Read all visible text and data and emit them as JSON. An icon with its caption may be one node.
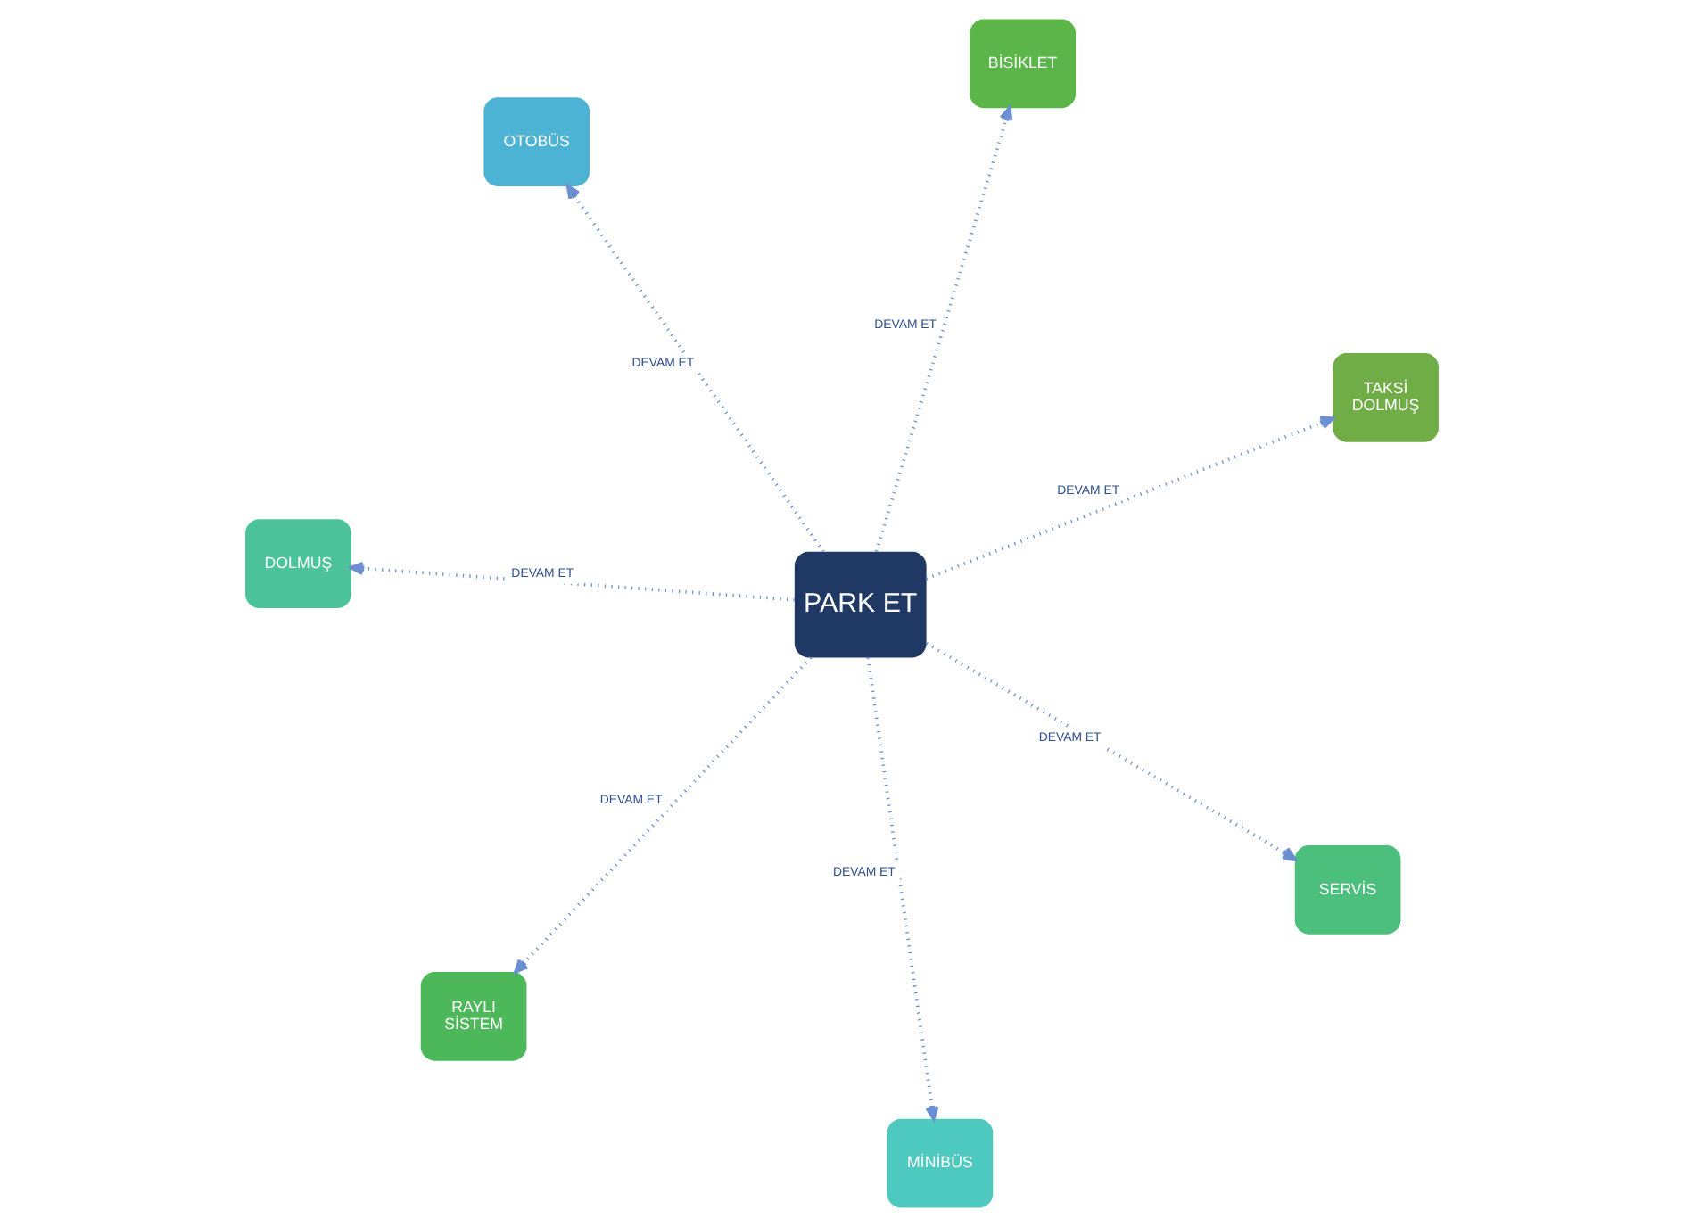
{
  "diagram": {
    "nodes": [
      {
        "text": [
          "OTOBÜS"
        ]
      },
      {
        "text": [
          "TAKSİ DOLMUŞ"
        ]
      },
      {
        "text": [
          "MİNİBÜS"
        ]
      },
      {
        "text": [
          "PARK ET"
        ]
      },
      {
        "text": [
          "BİSİKLET"
        ]
      },
      {
        "text": [
          "DOLMUŞ"
        ]
      },
      {
        "text": [
          "RAYLI SİSTEM"
        ]
      },
      {
        "text": [
          "SERVİS"
        ]
      }
    ],
    "edges": [
      {
        "from": 3,
        "to": 0,
        "arrow": "to",
        "label": "DEVAM ET"
      },
      {
        "from": 3,
        "to": 2,
        "arrow": "to",
        "label": "DEVAM ET"
      },
      {
        "from": 3,
        "to": 5,
        "arrow": "to",
        "label": "DEVAM ET"
      },
      {
        "from": 3,
        "to": 7,
        "arrow": "to",
        "label": "DEVAM ET"
      },
      {
        "from": 3,
        "to": 6,
        "arrow": "to",
        "label": "DEVAM ET"
      },
      {
        "from": 3,
        "to": 4,
        "arrow": "to",
        "label": "DEVAM ET"
      },
      {
        "from": 3,
        "to": 1,
        "arrow": "to",
        "label": "DEVAM ET"
      }
    ]
  }
}
